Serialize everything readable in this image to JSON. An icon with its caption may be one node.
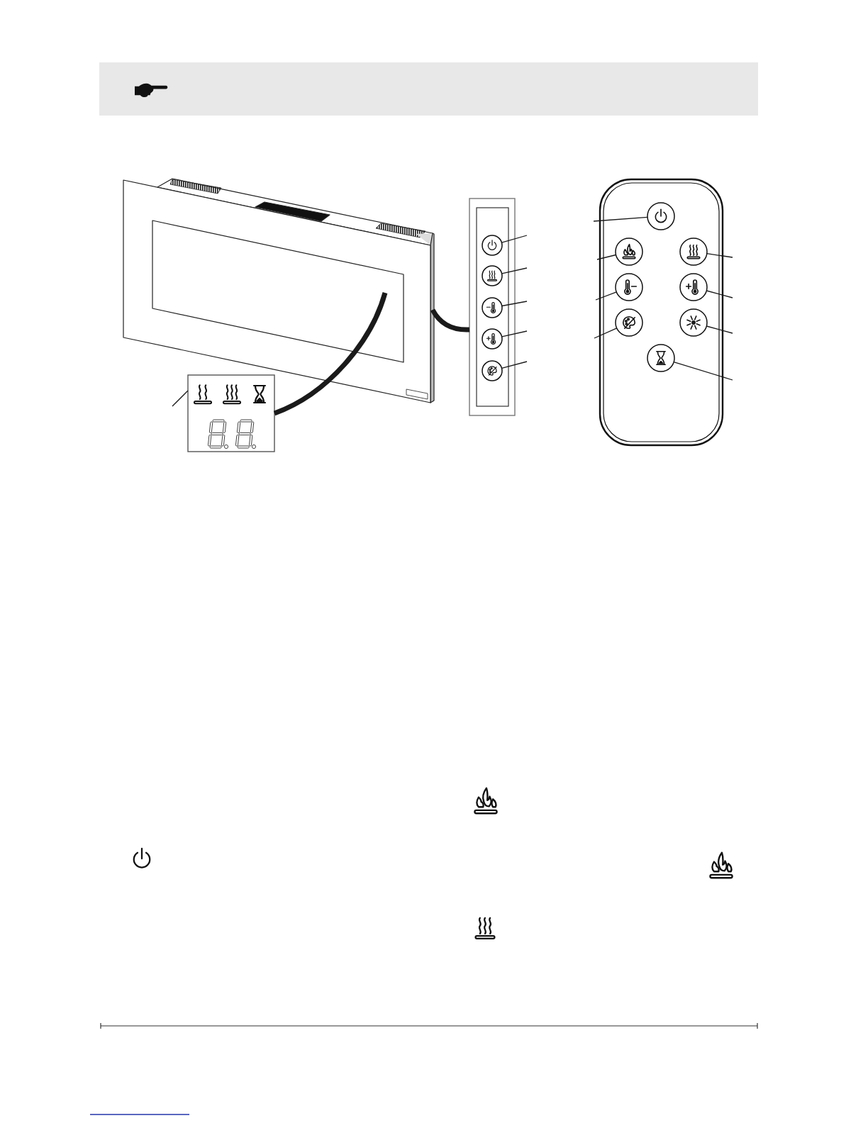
{
  "diagram": {
    "nodes": [
      {
        "text": [],
        "shape": "picture"
      },
      {
        "text": [],
        "shape": "box"
      },
      {
        "text": [],
        "shape": "box"
      },
      {
        "text": [],
        "shape": "circle",
        "in": 2
      },
      {
        "text": [],
        "shape": "circle",
        "in": 2
      },
      {
        "text": [],
        "shape": "circle",
        "in": 2
      },
      {
        "text": [],
        "shape": "circle",
        "in": 2
      },
      {
        "text": [],
        "shape": "circle",
        "in": 2
      },
      {
        "text": [],
        "shape": "box"
      },
      {
        "text": [],
        "shape": "circle",
        "in": 8
      },
      {
        "text": [],
        "shape": "circle",
        "in": 8
      },
      {
        "text": [],
        "shape": "circle",
        "in": 8
      },
      {
        "text": [],
        "shape": "circle",
        "in": 8
      },
      {
        "text": [],
        "shape": "circle",
        "in": 8
      },
      {
        "text": [],
        "shape": "circle",
        "in": 8
      },
      {
        "text": [],
        "shape": "circle",
        "in": 8
      },
      {
        "text": [],
        "shape": "circle",
        "in": 8
      }
    ],
    "edges": [
      {
        "from": 0,
        "to": 1,
        "arrow": "none",
        "style": "thick"
      },
      {
        "from": 0,
        "to": 2,
        "arrow": "none",
        "style": "thick"
      },
      {
        "from": null,
        "to": 1,
        "arrow": "none"
      },
      {
        "from": null,
        "to": 3,
        "arrow": "none"
      },
      {
        "from": null,
        "to": 4,
        "arrow": "none"
      },
      {
        "from": null,
        "to": 5,
        "arrow": "none"
      },
      {
        "from": null,
        "to": 6,
        "arrow": "none"
      },
      {
        "from": null,
        "to": 7,
        "arrow": "none"
      },
      {
        "from": null,
        "to": 9,
        "arrow": "none"
      },
      {
        "from": null,
        "to": 10,
        "arrow": "none"
      },
      {
        "from": null,
        "to": 11,
        "arrow": "none"
      },
      {
        "from": null,
        "to": 12,
        "arrow": "none"
      },
      {
        "from": null,
        "to": 13,
        "arrow": "none"
      },
      {
        "from": null,
        "to": 14,
        "arrow": "none"
      },
      {
        "from": null,
        "to": 15,
        "arrow": "none"
      },
      {
        "from": null,
        "to": 16,
        "arrow": "none"
      }
    ]
  }
}
